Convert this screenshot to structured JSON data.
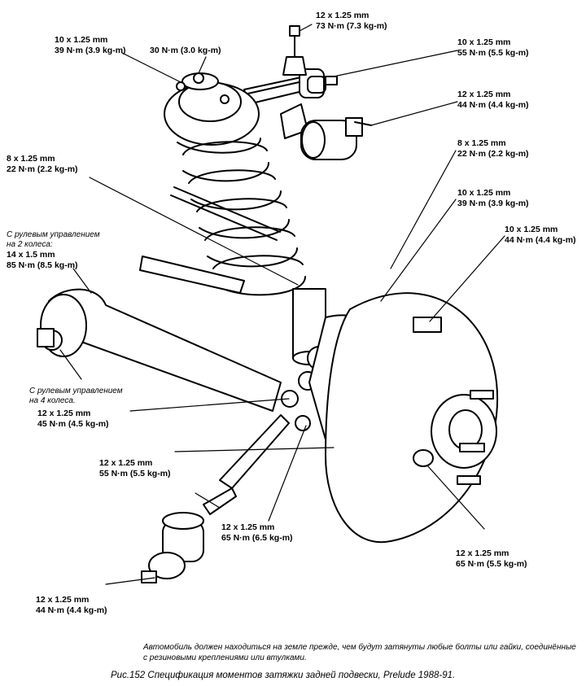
{
  "labels": {
    "l1": {
      "line1": "12 x 1.25 mm",
      "line2": "73 N·m (7.3 kg-m)"
    },
    "l2": {
      "line1": "10 x 1.25 mm",
      "line2": "39 N·m (3.9 kg-m)"
    },
    "l3": {
      "line1": "30 N·m (3.0 kg-m)"
    },
    "l4": {
      "line1": "10 x 1.25 mm",
      "line2": "55 N·m (5.5 kg-m)"
    },
    "l5": {
      "line1": "12 x 1.25 mm",
      "line2": "44 N·m (4.4 kg-m)"
    },
    "l6": {
      "line1": "8 x 1.25 mm",
      "line2": "22 N·m (2.2 kg-m)"
    },
    "l7": {
      "line1": "8 x 1.25 mm",
      "line2": "22 N·m (2.2 kg-m)"
    },
    "l8": {
      "line1": "10 x 1.25 mm",
      "line2": "39 N·m (3.9 kg-m)"
    },
    "l9": {
      "line1": "10 x 1.25 mm",
      "line2": "44 N·m (4.4 kg-m)"
    },
    "l10": {
      "line1": "14 x 1.5 mm",
      "line2": "85 N·m (8.5 kg-m)"
    },
    "l11": {
      "line1": "12 x 1.25 mm",
      "line2": "45 N·m (4.5 kg-m)"
    },
    "l12": {
      "line1": "12 x 1.25 mm",
      "line2": "55 N·m (5.5 kg-m)"
    },
    "l13": {
      "line1": "12 x 1.25 mm",
      "line2": "65 N·m (6.5 kg-m)"
    },
    "l14": {
      "line1": "12 x 1.25 mm",
      "line2": "65 N·m (5.5 kg-m)"
    },
    "l15": {
      "line1": "12 x 1.25 mm",
      "line2": "44 N·m (4.4 kg-m)"
    }
  },
  "steer2": {
    "line1": "С рулевым управлением",
    "line2": "на 2 колеса:"
  },
  "steer4": {
    "line1": "С рулевым управлением",
    "line2": "на 4 колеса."
  },
  "note": {
    "line1": "Автомобиль должен находиться на земле прежде, чем будут затянуты любые болты или гайки, соединённые",
    "line2": "с резиновыми креплениями или втулками."
  },
  "caption": "Рис.152  Спецификация моментов затяжки задней подвески, Prelude 1988-91."
}
